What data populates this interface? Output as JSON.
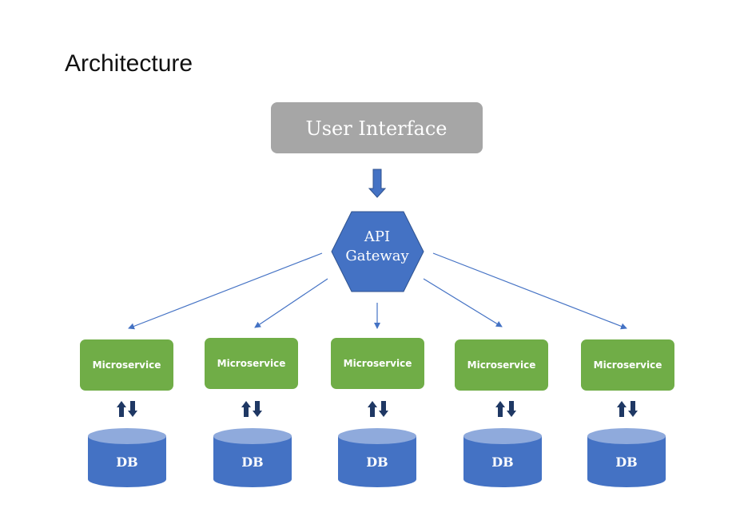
{
  "title": "Architecture",
  "user_interface": {
    "label": "User Interface",
    "color": "#a6a6a6"
  },
  "gateway": {
    "line1": "API",
    "line2": "Gateway",
    "color": "#4472c4"
  },
  "microservice_color": "#70ad47",
  "db_color": "#4472c4",
  "arrow_color": "#4472c4",
  "columns": [
    {
      "service": "Microservice",
      "db": "DB"
    },
    {
      "service": "Microservice",
      "db": "DB"
    },
    {
      "service": "Microservice",
      "db": "DB"
    },
    {
      "service": "Microservice",
      "db": "DB"
    },
    {
      "service": "Microservice",
      "db": "DB"
    }
  ]
}
